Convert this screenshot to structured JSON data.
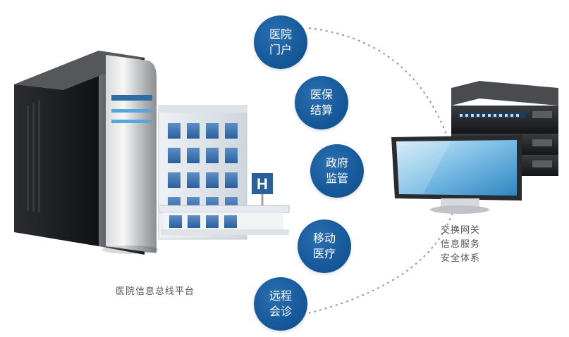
{
  "left_caption": "医院信息总线平台",
  "right_caption": [
    "交换网关",
    "信息服务",
    "安全体系"
  ],
  "nodes": [
    {
      "line1": "医院",
      "line2": "门户"
    },
    {
      "line1": "医保",
      "line2": "结算"
    },
    {
      "line1": "政府",
      "line2": "监管"
    },
    {
      "line1": "移动",
      "line2": "医疗"
    },
    {
      "line1": "远程",
      "line2": "会诊"
    }
  ],
  "colors": {
    "node_blue": "#16599a",
    "caption_gray": "#555555",
    "dashed_arc": "#9a9a9a"
  },
  "icons": {
    "hospital_sign": "H"
  }
}
